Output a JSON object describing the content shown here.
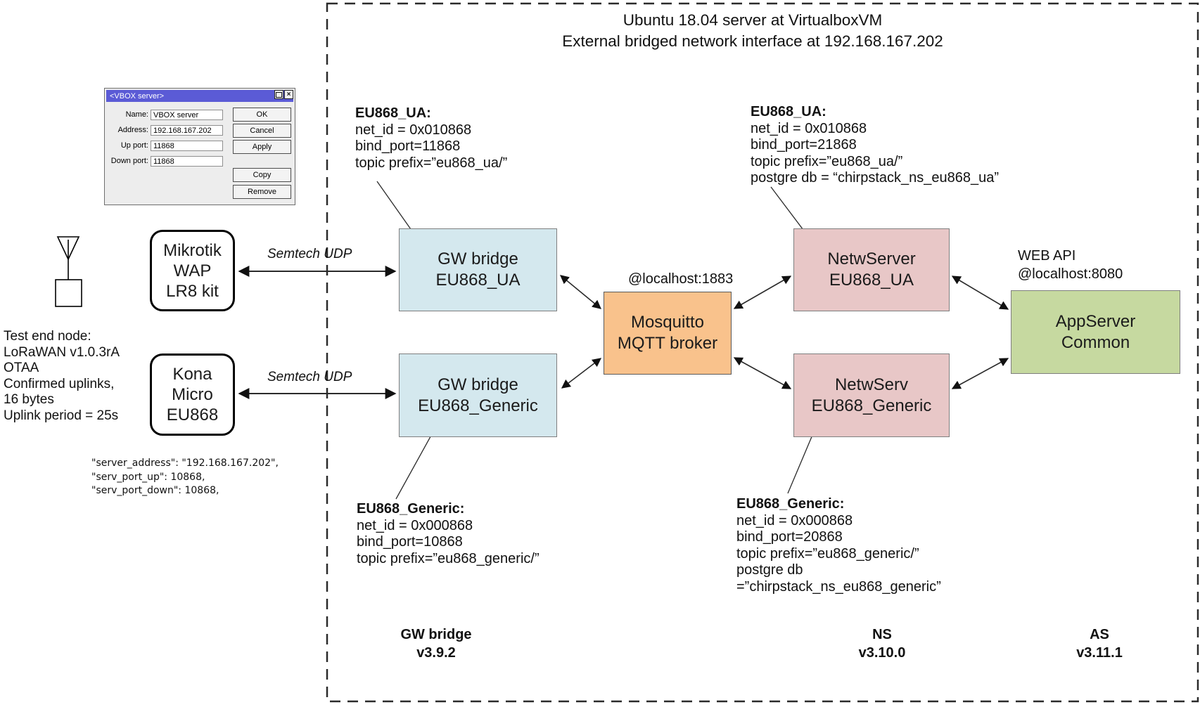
{
  "server_frame": {
    "title_line1": "Ubuntu 18.04 server at VirtualboxVM",
    "title_line2": "External bridged network interface at 192.168.167.202"
  },
  "dialog": {
    "title": "<VBOX server>",
    "close_glyph": "×",
    "fields": [
      {
        "label": "Name:",
        "value": "VBOX server"
      },
      {
        "label": "Address:",
        "value": "192.168.167.202"
      },
      {
        "label": "Up port:",
        "value": "11868"
      },
      {
        "label": "Down port:",
        "value": "11868"
      }
    ],
    "buttons": [
      "OK",
      "Cancel",
      "Apply",
      "Copy",
      "Remove"
    ]
  },
  "nodes": {
    "mikrotik": {
      "label": "Mikrotik\nWAP\nLR8 kit"
    },
    "kona": {
      "label": "Kona\nMicro\nEU868"
    },
    "gw_ua": {
      "label": "GW bridge\nEU868_UA"
    },
    "gw_generic": {
      "label": "GW bridge\nEU868_Generic"
    },
    "mqtt": {
      "label": "Mosquitto\nMQTT broker",
      "address": "@localhost:1883"
    },
    "ns_ua": {
      "label": "NetwServer\nEU868_UA"
    },
    "ns_generic": {
      "label": "NetwServ\nEU868_Generic"
    },
    "appserver": {
      "label": "AppServer\nCommon",
      "api_line1": "WEB API",
      "api_line2": "@localhost:8080"
    }
  },
  "annotations": {
    "gw_ua": {
      "title": "EU868_UA:",
      "lines": [
        "net_id = 0x010868",
        "bind_port=11868",
        "topic prefix=”eu868_ua/”"
      ]
    },
    "ns_ua": {
      "title": "EU868_UA:",
      "lines": [
        "net_id = 0x010868",
        "bind_port=21868",
        "topic prefix=”eu868_ua/”",
        "postgre db = “chirpstack_ns_eu868_ua”"
      ]
    },
    "gw_generic": {
      "title": "EU868_Generic:",
      "lines": [
        "net_id = 0x000868",
        "bind_port=10868",
        "topic prefix=”eu868_generic/”"
      ]
    },
    "ns_generic": {
      "title": "EU868_Generic:",
      "lines": [
        "net_id = 0x000868",
        "bind_port=20868",
        "topic prefix=”eu868_generic/”",
        "postgre db",
        "=”chirpstack_ns_eu868_generic”"
      ]
    }
  },
  "labels": {
    "semtech_udp": "Semtech UDP",
    "endnode_lines": [
      "Test end node:",
      "LoRaWAN v1.0.3rA",
      "OTAA",
      "Confirmed uplinks,",
      "16 bytes",
      "Uplink period = 25s"
    ],
    "gateway_config_lines": [
      "\"server_address\": \"192.168.167.202\",",
      "\"serv_port_up\": 10868,",
      "\"serv_port_down\": 10868,"
    ],
    "versions": {
      "gw_bridge": "GW bridge\nv3.9.2",
      "ns": "NS\nv3.10.0",
      "as": "AS\nv3.11.1"
    }
  },
  "colors": {
    "gw_bridge_fill": "#d4e8ee",
    "mqtt_fill": "#f9c28c",
    "netserver_fill": "#e8c7c7",
    "appserver_fill": "#c6d9a0",
    "dialog_titlebar": "#5b5bd6",
    "line_color": "#2b2b2b"
  }
}
